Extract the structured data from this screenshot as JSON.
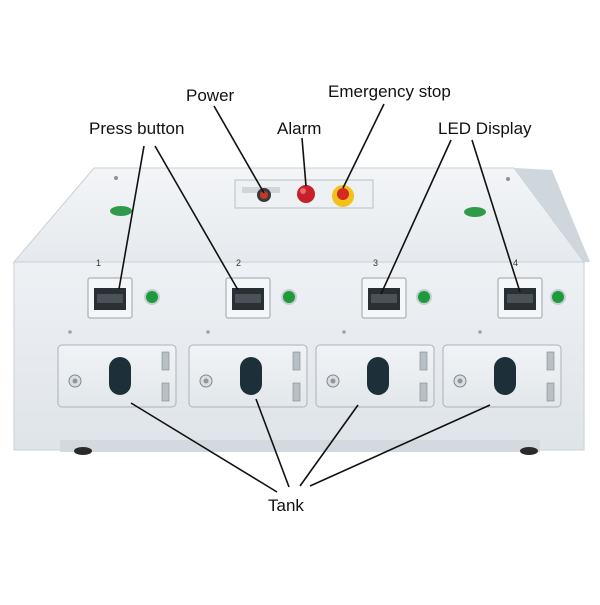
{
  "callouts": {
    "power": "Power",
    "emergency_stop": "Emergency stop",
    "press_button": "Press button",
    "alarm": "Alarm",
    "led_display": "LED Display",
    "tank": "Tank"
  },
  "channels": [
    {
      "number": "1"
    },
    {
      "number": "2"
    },
    {
      "number": "3"
    },
    {
      "number": "4"
    }
  ],
  "colors": {
    "cabinet": "#e9edf1",
    "cabinet_side": "#d7dde3",
    "cabinet_top": "#f1f4f7",
    "button_green": "#1f9a3a",
    "alarm_red": "#c8202a",
    "estop_yellow": "#f2c21a",
    "badge_green": "#2f9a4a",
    "window_dark": "#1d2f38",
    "leader_line": "#111111"
  }
}
